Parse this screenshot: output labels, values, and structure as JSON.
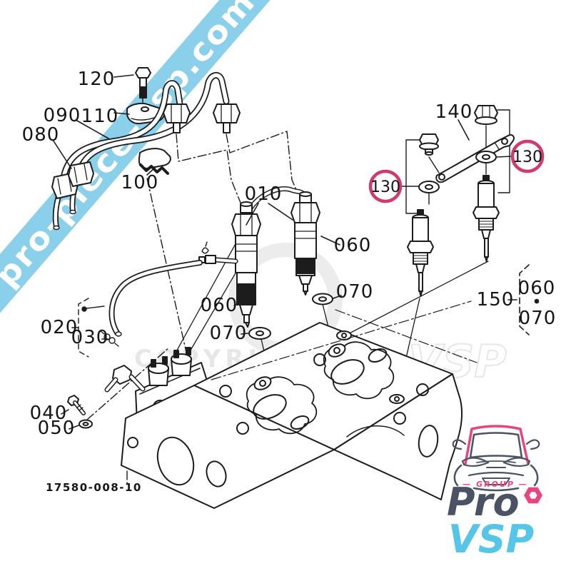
{
  "watermark_banner": {
    "text": "pro-piece-vsp.com",
    "band_color": "#8BD0EA",
    "text_color": "#FFFFFF"
  },
  "background_watermark": {
    "copyright_text": "COPYRIGHT",
    "brand_text": "ProVSP",
    "color": "#E7E7E7"
  },
  "diagram": {
    "figure_number": "17580-008-10",
    "highlight_color": "#D03A6C",
    "labels": {
      "l120": "120",
      "l110": "110",
      "l090": "090",
      "l080": "080",
      "l100": "100",
      "l010": "010",
      "l060_right": "060",
      "l070_right": "070",
      "l060_left": "060",
      "l070_left": "070",
      "l020": "020",
      "l030": "030",
      "l040": "040",
      "l050": "050",
      "l140": "140",
      "l130_left": "130",
      "l130_right": "130",
      "l150": "150",
      "l150_060": "060",
      "l150_070": "070"
    }
  },
  "logo": {
    "group_label": "— GROUP —",
    "line1": "Pro",
    "line2": "VSP",
    "pink": "#E8457E",
    "dark": "#4A5263",
    "cyan": "#56C5E8"
  }
}
